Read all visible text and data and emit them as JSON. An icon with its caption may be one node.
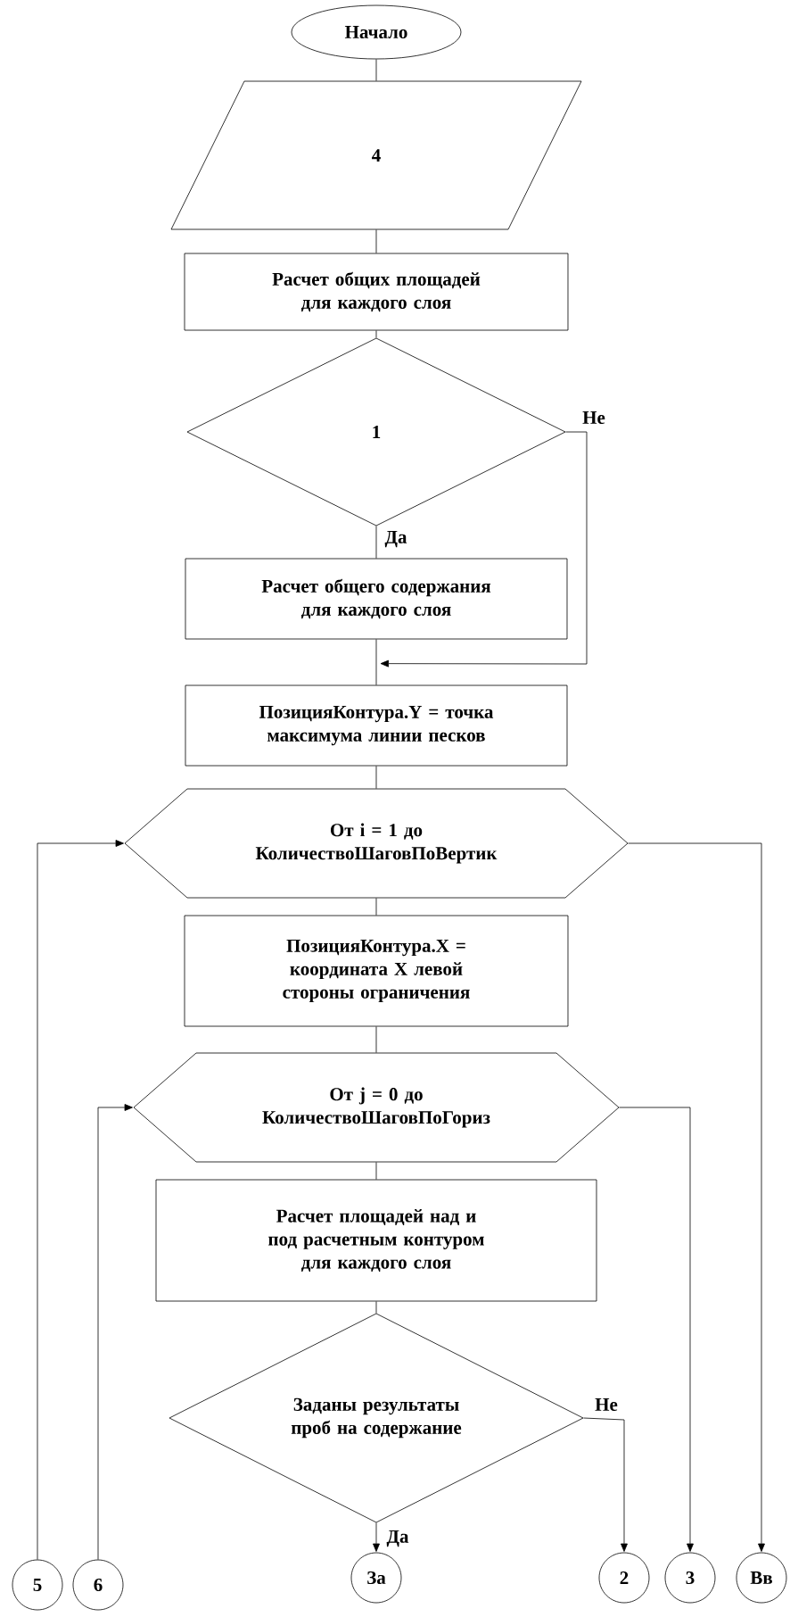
{
  "diagram": {
    "nodes": [
      {
        "text": [
          "Начало"
        ]
      },
      {
        "text": [
          "4"
        ]
      },
      {
        "text": [
          "Расчет общих площадей для каждого слоя"
        ]
      },
      {
        "text": [
          "1"
        ]
      },
      {
        "text": [
          "Расчет общего содержания для каждого слоя"
        ]
      },
      {
        "text": [
          "ПозицияКонтура.Y = точка максимума линии песков"
        ]
      },
      {
        "text": [
          "От i = 1 до КоличествоШаговПоВертик"
        ]
      },
      {
        "text": [
          "ПозицияКонтура.X = координата X левой стороны ограничения"
        ]
      },
      {
        "text": [
          "От j = 0 до КоличествоШаговПоГориз"
        ]
      },
      {
        "text": [
          "Расчет площадей над и под расчетным контуром для каждого слоя"
        ]
      },
      {
        "text": [
          "Заданы результаты проб на содержание"
        ]
      },
      {
        "text": [
          "5"
        ]
      },
      {
        "text": [
          "6"
        ]
      },
      {
        "text": [
          "За"
        ]
      },
      {
        "text": [
          "2"
        ]
      },
      {
        "text": [
          "3"
        ]
      },
      {
        "text": [
          "Вв"
        ]
      }
    ],
    "edges": [
      {
        "from": 0,
        "to": 1,
        "arrow": "none"
      },
      {
        "from": 1,
        "to": 2,
        "arrow": "none"
      },
      {
        "from": 2,
        "to": 3,
        "arrow": "none"
      },
      {
        "from": 3,
        "to": 4,
        "arrow": "none",
        "label": "Да"
      },
      {
        "from": 3,
        "to": 5,
        "arrow": "to",
        "label": "Не"
      },
      {
        "from": 4,
        "to": 5,
        "arrow": "none"
      },
      {
        "from": 5,
        "to": 6,
        "arrow": "none"
      },
      {
        "from": 6,
        "to": 7,
        "arrow": "none"
      },
      {
        "from": 7,
        "to": 8,
        "arrow": "none"
      },
      {
        "from": 8,
        "to": 9,
        "arrow": "none"
      },
      {
        "from": 9,
        "to": 10,
        "arrow": "none"
      },
      {
        "from": 10,
        "to": 13,
        "arrow": "to",
        "label": "Да"
      },
      {
        "from": 10,
        "to": 14,
        "arrow": "to",
        "label": "Не"
      },
      {
        "from": 8,
        "to": 15,
        "arrow": "to"
      },
      {
        "from": 6,
        "to": 16,
        "arrow": "to"
      },
      {
        "from": 11,
        "to": 6,
        "arrow": "to"
      },
      {
        "from": 12,
        "to": 8,
        "arrow": "to"
      }
    ]
  }
}
